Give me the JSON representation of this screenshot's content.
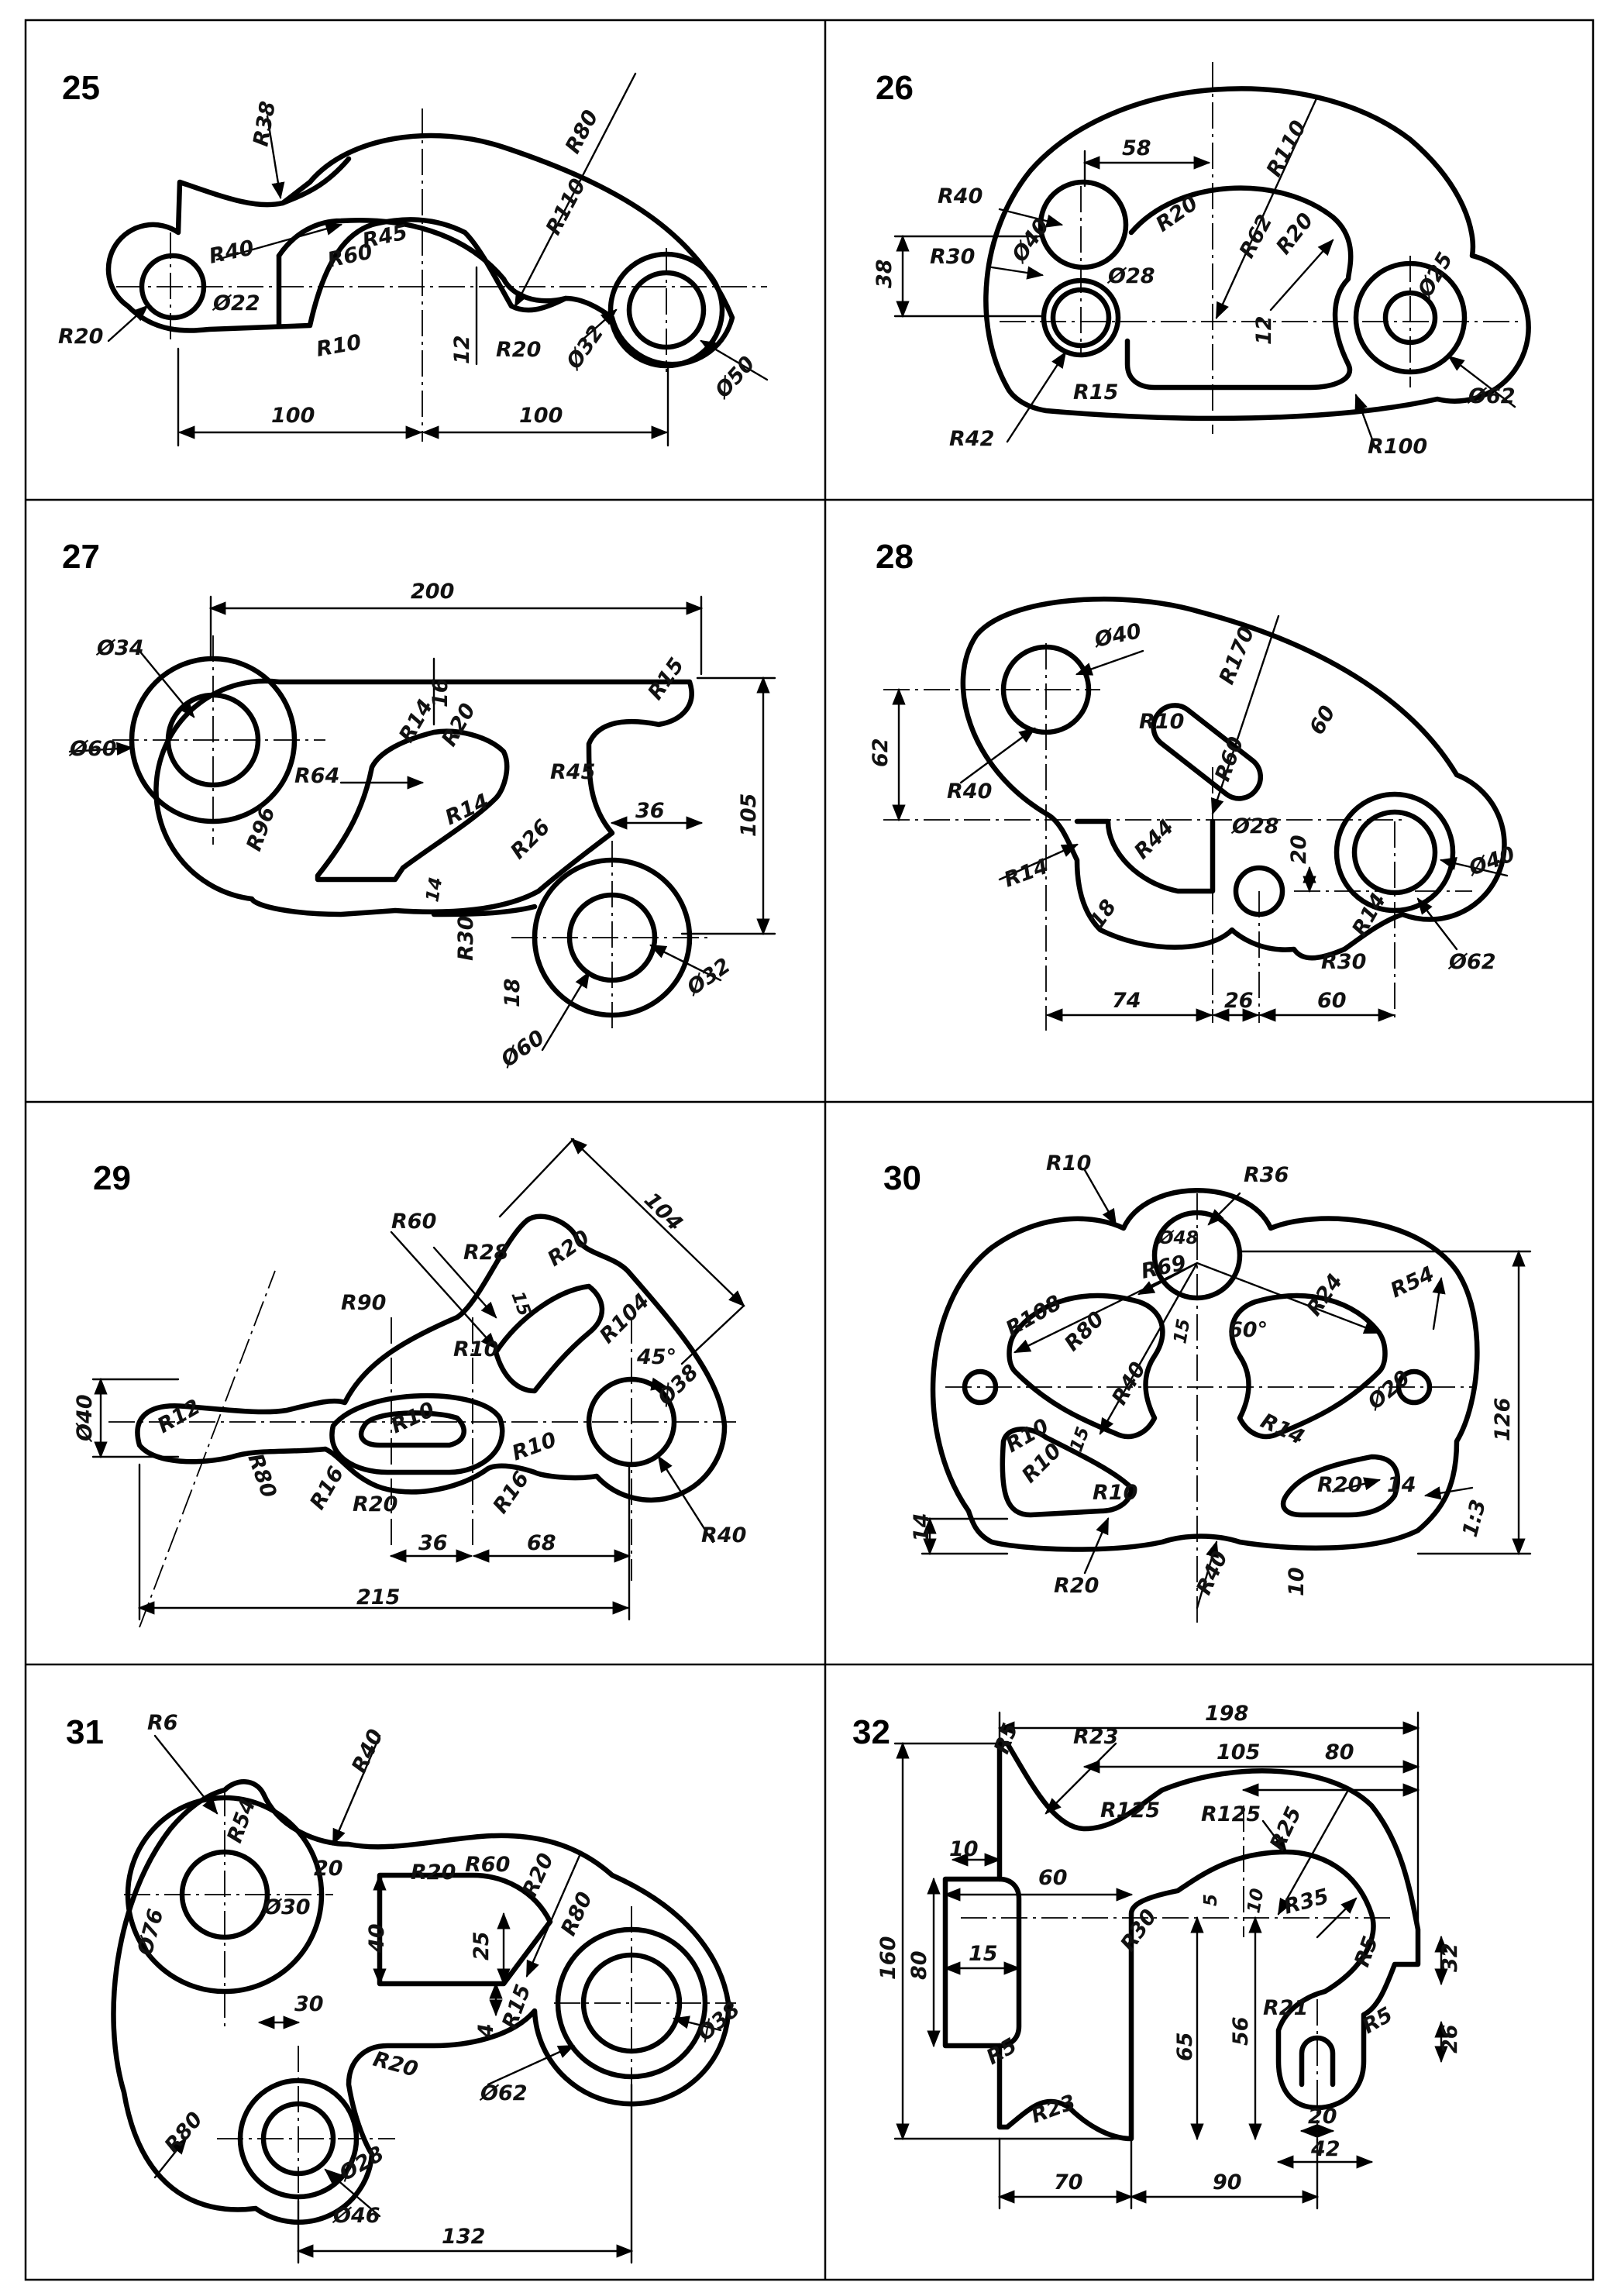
{
  "panels": [
    {
      "number": "25",
      "labels": [
        "R38",
        "R80",
        "R40",
        "R45",
        "R60",
        "R110",
        "R20",
        "Ø22",
        "R10",
        "R20",
        "12",
        "Ø32",
        "Ø50",
        "100",
        "100"
      ]
    },
    {
      "number": "26",
      "labels": [
        "58",
        "R40",
        "R110",
        "R20",
        "Ø40",
        "R30",
        "38",
        "Ø28",
        "R62",
        "R20",
        "Ø25",
        "12",
        "R15",
        "R42",
        "Ø62",
        "R100"
      ]
    },
    {
      "number": "27",
      "labels": [
        "200",
        "Ø34",
        "16",
        "R15",
        "R14",
        "R20",
        "Ø60",
        "R64",
        "R45",
        "R14",
        "36",
        "105",
        "R96",
        "R26",
        "14",
        "R30",
        "18",
        "Ø32",
        "Ø60"
      ]
    },
    {
      "number": "28",
      "labels": [
        "Ø40",
        "R170",
        "R10",
        "60",
        "62",
        "R60",
        "R40",
        "R14",
        "R44",
        "Ø28",
        "20",
        "18",
        "R14",
        "R30",
        "Ø62",
        "Ø40",
        "74",
        "26",
        "60"
      ]
    },
    {
      "number": "29",
      "labels": [
        "104",
        "R60",
        "R28",
        "R20",
        "15",
        "R90",
        "R10",
        "R104",
        "45°",
        "Ø40",
        "R12",
        "R80",
        "R10",
        "Ø38",
        "R16",
        "R20",
        "R10",
        "R16",
        "R40",
        "36",
        "68",
        "215"
      ]
    },
    {
      "number": "30",
      "labels": [
        "R10",
        "R36",
        "Ø48",
        "R69",
        "R108",
        "R80",
        "15",
        "60°",
        "R24",
        "R54",
        "R40",
        "R14",
        "Ø20",
        "R10",
        "R10",
        "15",
        "R10",
        "R20",
        "14",
        "126",
        "1:3",
        "14",
        "R20",
        "R40",
        "10"
      ]
    },
    {
      "number": "31",
      "labels": [
        "R6",
        "R40",
        "R54",
        "20",
        "R20",
        "R60",
        "R20",
        "R80",
        "Ø76",
        "Ø30",
        "40",
        "25",
        "30",
        "4",
        "R15",
        "R20",
        "Ø62",
        "Ø38",
        "R80",
        "Ø28",
        "Ø46",
        "132"
      ]
    },
    {
      "number": "32",
      "labels": [
        "198",
        "R5",
        "R23",
        "105",
        "80",
        "10",
        "R125",
        "R125",
        "R25",
        "160",
        "80",
        "60",
        "5",
        "10",
        "R35",
        "R30",
        "R5",
        "32",
        "15",
        "R21",
        "R5",
        "56",
        "65",
        "26",
        "R5",
        "20",
        "R23",
        "42",
        "70",
        "90"
      ]
    }
  ]
}
